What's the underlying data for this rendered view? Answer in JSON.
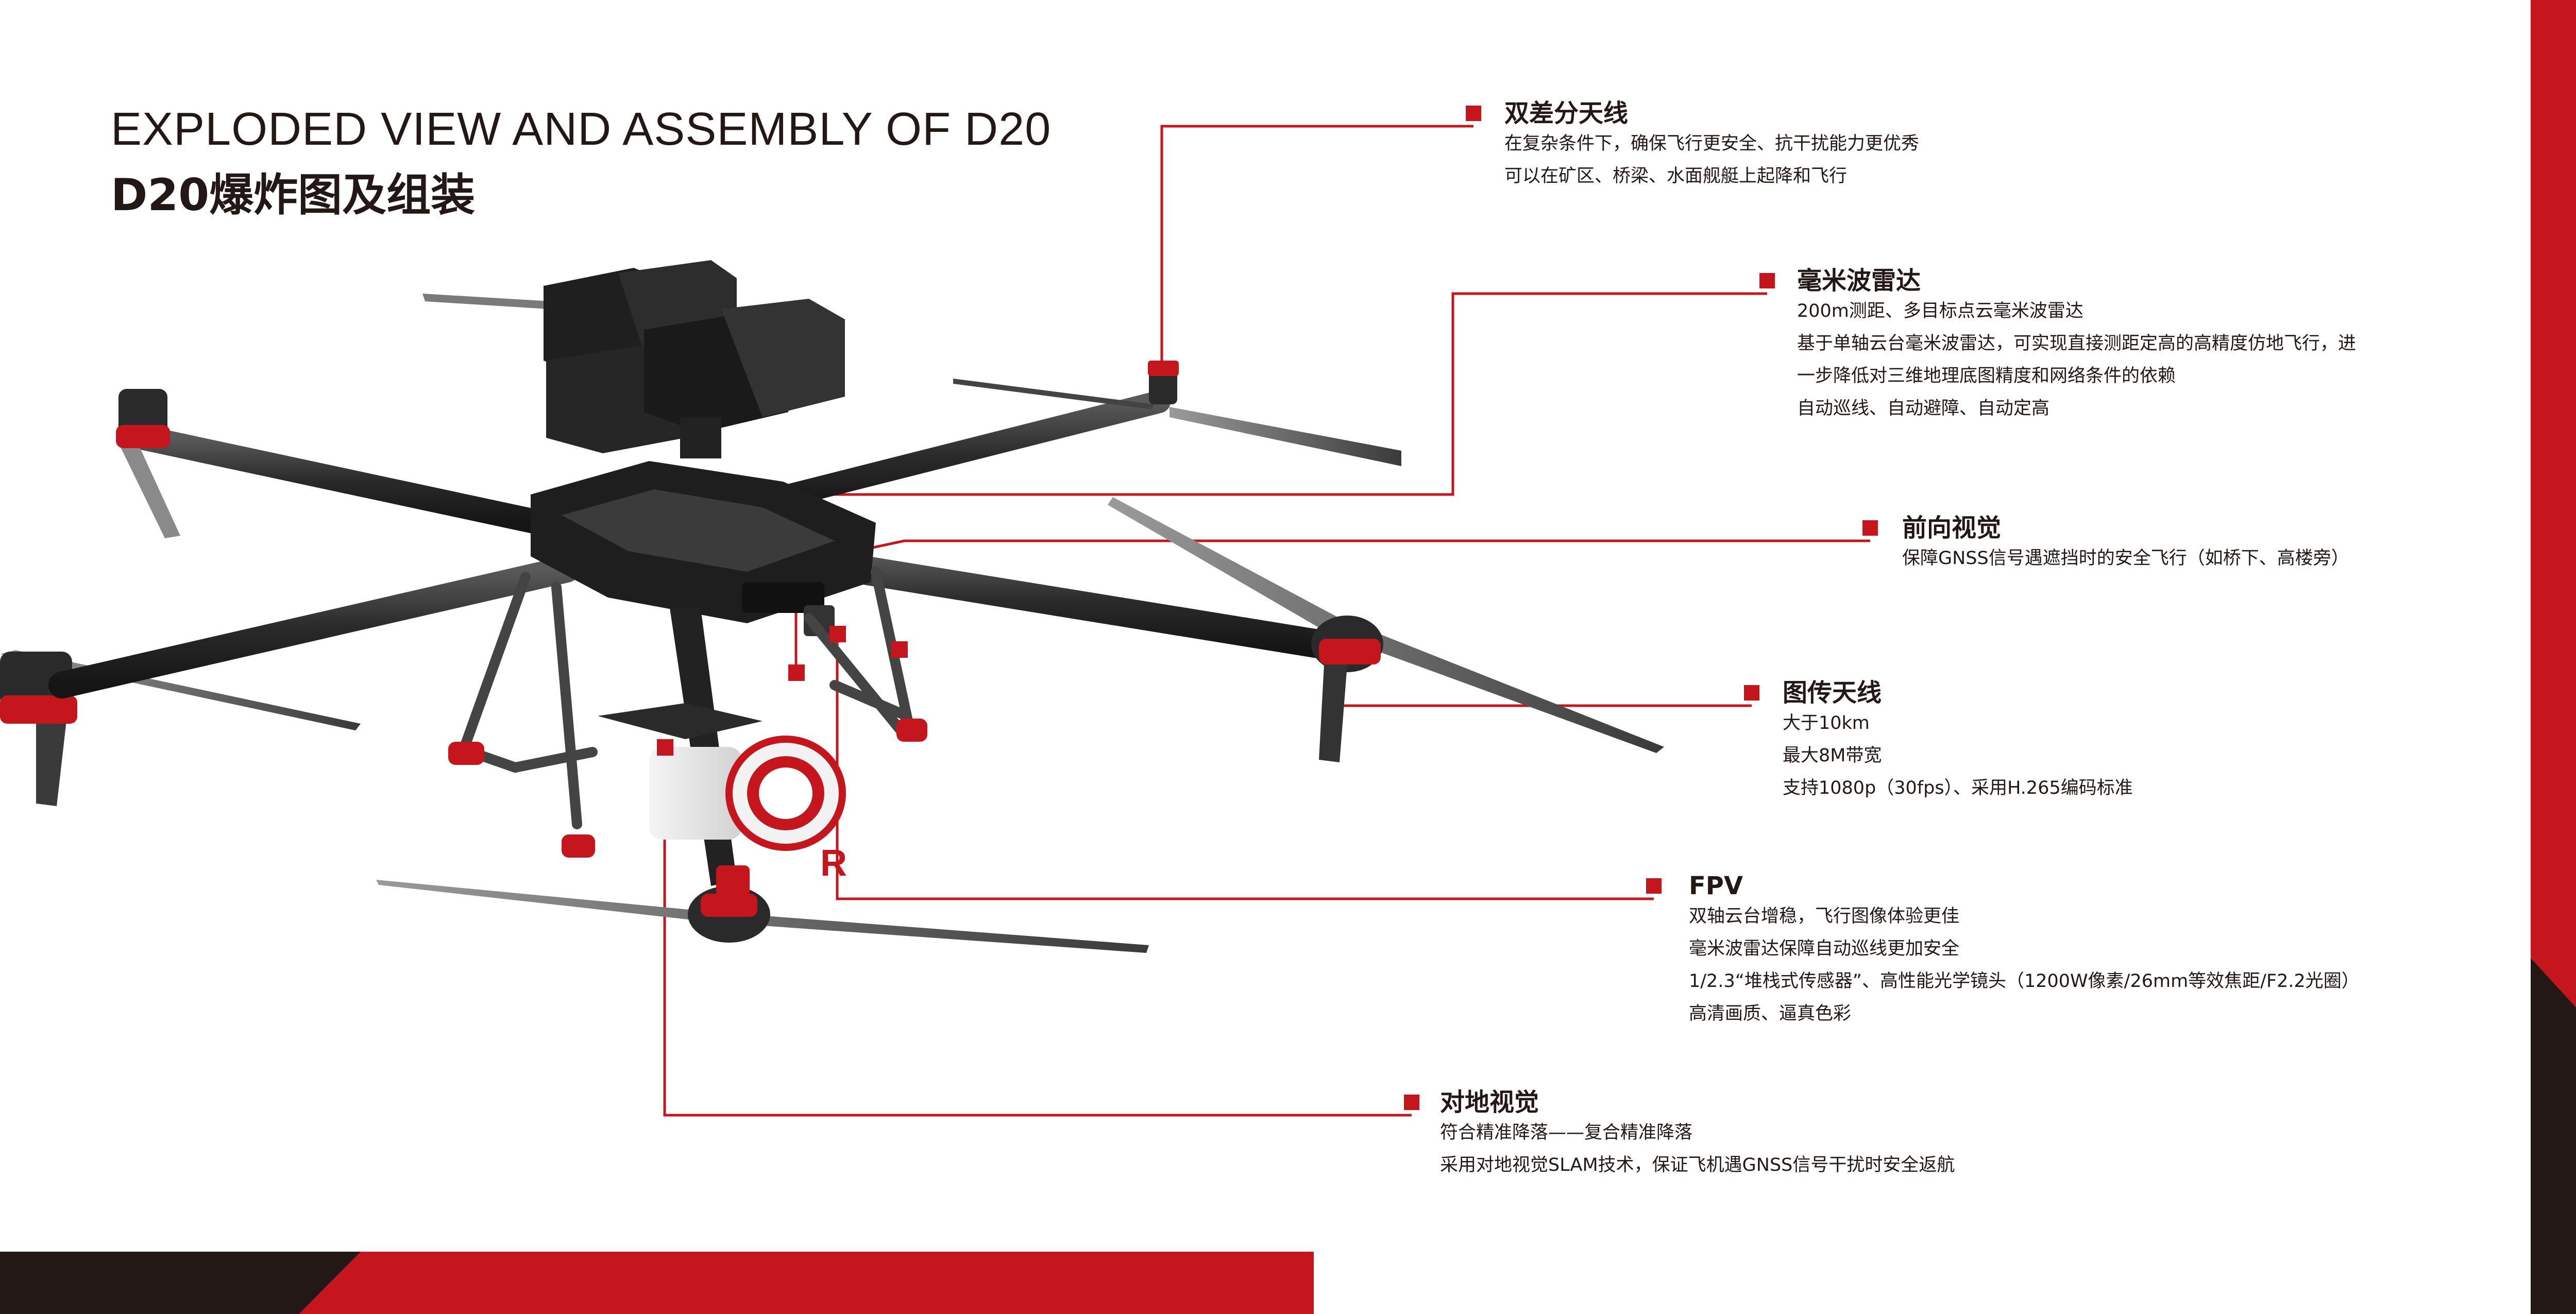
{
  "header": {
    "title_en": "EXPLODED VIEW AND ASSEMBLY OF D20",
    "title_cn": "D20爆炸图及组装"
  },
  "features": [
    {
      "id": "dual-antenna",
      "title": "双差分天线",
      "lines": [
        "在复杂条件下，确保飞行更安全、抗干扰能力更优秀",
        "可以在矿区、桥梁、水面舰艇上起降和飞行"
      ]
    },
    {
      "id": "mmwave-radar",
      "title": "毫米波雷达",
      "lines": [
        "200m测距、多目标点云毫米波雷达",
        "基于单轴云台毫米波雷达，可实现直接测距定高的高精度仿地飞行，进",
        "一步降低对三维地理底图精度和网络条件的依赖",
        "自动巡线、自动避障、自动定高"
      ]
    },
    {
      "id": "forward-vision",
      "title": "前向视觉",
      "lines": [
        "保障GNSS信号遇遮挡时的安全飞行（如桥下、高楼旁）"
      ]
    },
    {
      "id": "video-antenna",
      "title": "图传天线",
      "lines": [
        "大于10km",
        "最大8M带宽",
        "支持1080p（30fps）、采用H.265编码标准"
      ]
    },
    {
      "id": "fpv",
      "title": "FPV",
      "lines": [
        "双轴云台增稳，飞行图像体验更佳",
        "毫米波雷达保障自动巡线更加安全",
        "1/2.3“堆栈式传感器”、高性能光学镜头（1200W像素/26mm等效焦距/F2.2光圈）",
        "高清画质、逼真色彩"
      ]
    },
    {
      "id": "ground-vision",
      "title": "对地视觉",
      "lines": [
        "符合精准降落——复合精准降落",
        "采用对地视觉SLAM技术，保证飞机遇GNSS信号干扰时安全返航"
      ]
    }
  ],
  "camera_logo": "R",
  "colors": {
    "accent_red": "#c4161c",
    "dark": "#231815",
    "carbon": "#2b2b2b",
    "background": "#ffffff"
  }
}
